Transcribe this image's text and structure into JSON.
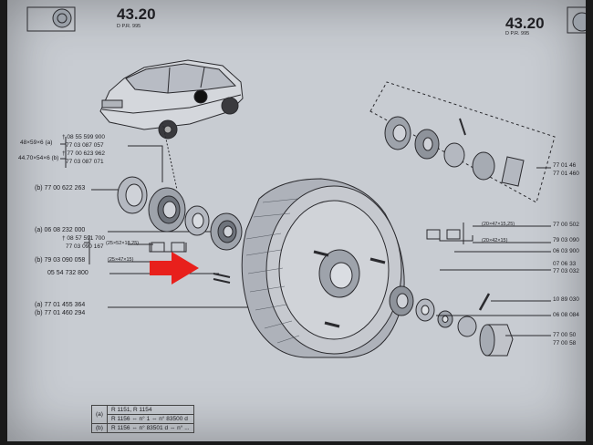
{
  "header": {
    "page_left": "43.20",
    "sub_left": "D      P.R. 995",
    "page_right": "43.20",
    "sub_right": "D    P.R. 995"
  },
  "left_refs": {
    "group_a_key": "48×59×6 (a)",
    "group_a_1": "† 08 55 599 900",
    "group_a_2": "77 03 087 057",
    "group_b_key": "44.70×54×6 (b)",
    "group_b_1": "† 77 00 623 962",
    "group_b_2": "77 03 087 071",
    "seal_ref": "(b)  77 00 622 263",
    "bearing_a": "(a)  06 08 232 000",
    "bearing_1": "† 08 57 591 700",
    "bearing_2": "77 03 090 167",
    "bearing_dim1": "(25×52×18,25)",
    "bearing_b": "(b)  79 03 090 058",
    "bearing_dim2": "(25×47×15)",
    "stud_ref": "05 54 732 800",
    "bottom_a": "(a)  77 01 455 364",
    "bottom_b": "(b)  77 01 460 294"
  },
  "right_refs": {
    "dim1": "(20×47×15,25)",
    "ref1": "77 00 502",
    "ref2": "79 03 090",
    "dim2": "(20×42×15)",
    "ref3": "06 03 900",
    "ref4": "07 06 33",
    "ref5": "77 03 032",
    "ref6": "10 89 030",
    "ref7": "06 08 084",
    "ref8": "77 00 50",
    "ref9": "77 00 58",
    "kit1": "77 01 46",
    "kit2": "77 01 460"
  },
  "table": {
    "row_a_label": "(a)",
    "row_a_text": "R 1151, R 1154",
    "row_a2_text": "R 1156  ⇔  n° 1 ⇔ n° 83500 d",
    "row_b_label": "(b)",
    "row_b_text": "R 1156  ⇔  n° 83501 d ⇔ n° ..."
  },
  "colors": {
    "paper": "#c8ccd2",
    "ink": "#1e1e22",
    "arrow": "#e8201c"
  }
}
